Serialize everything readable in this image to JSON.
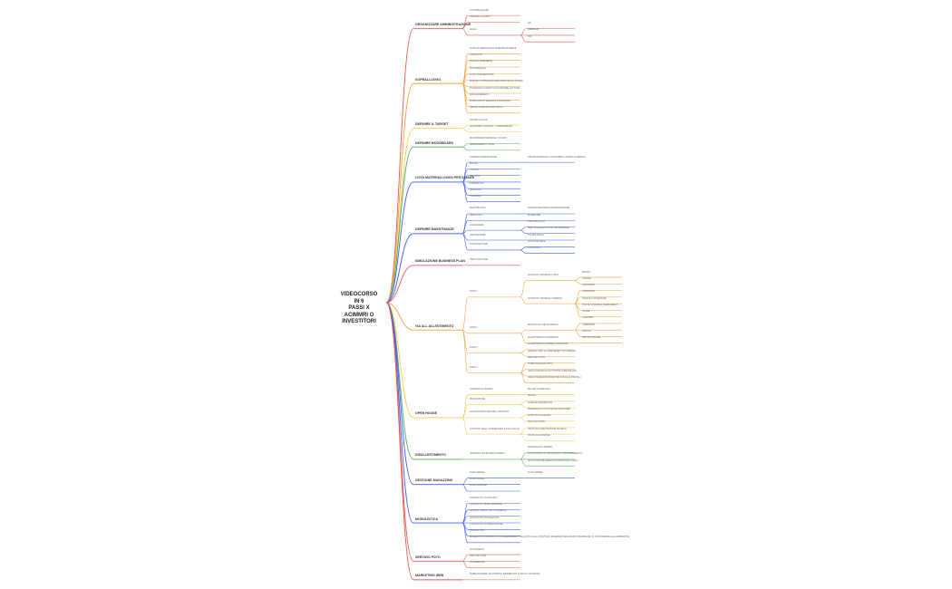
{
  "colors": {
    "red": "#e8574f",
    "orange": "#f0a23a",
    "yellow": "#f2c94c",
    "green": "#4caf50",
    "blue": "#3d5afe",
    "root": "#222222"
  },
  "root": {
    "lines": [
      "VIDEOCORSO IN 6",
      "PASSI X ACIMMRI O",
      "INVESTITORI"
    ]
  },
  "branches": [
    {
      "label": "ORGANIZZARE AMMINISTRAZIONE",
      "color": "red",
      "children": [
        {
          "label": "CONTABILIZZARE",
          "children": []
        },
        {
          "label": "VENDITE ACQUISTI",
          "children": []
        },
        {
          "label": "LEGAL",
          "children": [
            {
              "label": "IVA",
              "children": []
            },
            {
              "label": "ORDINARI",
              "children": []
            },
            {
              "label": "TAX",
              "children": []
            }
          ]
        }
      ]
    },
    {
      "label": "SOPRALLUOGO",
      "color": "orange",
      "children": [
        {
          "label": "FOTO DI CERTIFICATO NORMATIVA PRESE",
          "children": []
        },
        {
          "label": "CAPACITATI",
          "children": []
        },
        {
          "label": "PICCOLI PARAMETRI",
          "children": []
        },
        {
          "label": "DOCUMENTALI",
          "children": []
        },
        {
          "label": "FOTO CONSERVATIVE",
          "children": []
        },
        {
          "label": "MISURE OTTIME DOCUMENTARE DELLE STANZE",
          "children": []
        },
        {
          "label": "POSIZIONE CASSETTA CONTATORE LETTURE",
          "children": []
        },
        {
          "label": "RISCALDAMENTO",
          "children": []
        },
        {
          "label": "FORNITORI DI SERVIZIO E MATERIALI",
          "children": []
        },
        {
          "label": "VERIFICA IMPIANTI ELETTRICI",
          "children": []
        }
      ]
    },
    {
      "label": "DEFINIRE IL TARGET",
      "color": "yellow",
      "children": [
        {
          "label": "STUDIO LOCALE",
          "children": []
        },
        {
          "label": "ACQUIRENTI TARGET - COMPARABLES",
          "children": []
        }
      ]
    },
    {
      "label": "DEFINIRE MOODBOARD",
      "color": "green",
      "children": [
        {
          "label": "MOODBOARD MATERIALI COLORI",
          "children": []
        },
        {
          "label": "ARREDAMENTO STILE",
          "children": []
        }
      ]
    },
    {
      "label": "LISTA MATERIALI DIVISI PER STANZE",
      "color": "blue",
      "children": [
        {
          "label": "CAMERA MATRIMONIALE",
          "children": [
            {
              "label": "STANZA DA BAGNO CON DOPPIO LAVABO E ARREDO",
              "children": []
            }
          ]
        },
        {
          "label": "BAGNO",
          "children": []
        },
        {
          "label": "CUCINA",
          "children": []
        },
        {
          "label": "SALOTTO",
          "children": []
        },
        {
          "label": "CAMERETTE",
          "children": []
        },
        {
          "label": "INGRESSO",
          "children": []
        },
        {
          "label": "TERRAZZO",
          "children": []
        }
      ]
    },
    {
      "label": "DEFINIRE MAESTRANZE",
      "color": "blue",
      "children": [
        {
          "label": "ELETTRICISTA",
          "children": [
            {
              "label": "PORTE FINESTRE E PAVIMENTAZIONE",
              "children": []
            }
          ]
        },
        {
          "label": "IDRAULICO",
          "children": [
            {
              "label": "MURATORE",
              "children": []
            }
          ]
        },
        {
          "label": "FALEGNAME",
          "children": [
            {
              "label": "PIASTRELLISTA",
              "children": []
            },
            {
              "label": "CARTONGESSISTA E ALTRE IMPRESE",
              "children": []
            }
          ]
        },
        {
          "label": "DECORATORE",
          "children": [
            {
              "label": "PULIZIE FINALI",
              "children": []
            }
          ]
        },
        {
          "label": "TINTEGGIATURE",
          "children": [
            {
              "label": "FINITURE VARIE",
              "children": []
            },
            {
              "label": "COLLAUDO",
              "children": []
            }
          ]
        }
      ]
    },
    {
      "label": "SIMULAZIONE BUSINESS PLAN",
      "color": "red",
      "children": [
        {
          "label": "VEDI FILE EXCEL",
          "children": []
        }
      ]
    },
    {
      "label": "VIA ALL ALLESTIMENTO",
      "color": "orange",
      "children": [
        {
          "label": "STEP 1",
          "children": [
            {
              "label": "ACQUISTO MATERIALI LISTA",
              "children": [
                {
                  "label": "BAGNO",
                  "children": []
                },
                {
                  "label": "CUCINA",
                  "children": []
                }
              ]
            },
            {
              "label": "ACQUISTO MATERIALI ARREDO",
              "children": [
                {
                  "label": "LAVANDINO",
                  "children": []
                },
                {
                  "label": "LAMPADARI",
                  "children": []
                },
                {
                  "label": "STAFFE E ACCESSORI",
                  "children": []
                },
                {
                  "label": "PORTE INTERNE E SERRAMENTI",
                  "children": []
                },
                {
                  "label": "TENDE",
                  "children": []
                }
              ]
            }
          ]
        },
        {
          "label": "STEP 2",
          "children": [
            {
              "label": "MONTAGGIO DEI MATERIALI",
              "children": [
                {
                  "label": "LAVANDINI",
                  "children": []
                },
                {
                  "label": "LAMPADARI",
                  "children": []
                },
                {
                  "label": "STAFFE",
                  "children": []
                }
              ]
            },
            {
              "label": "ALLESTIMENTO PAVIMENTO",
              "children": [
                {
                  "label": "PORTE INTERNE",
                  "children": []
                }
              ]
            }
          ]
        },
        {
          "label": "STEP 3",
          "children": [
            {
              "label": "ALLESTIMENTO ARREDO COMPLETO",
              "children": []
            },
            {
              "label": "ARREDO VARI E COMPLEMENTI DI ARREDO",
              "children": []
            }
          ]
        },
        {
          "label": "STEP 4",
          "children": [
            {
              "label": "SERVIZIO FOTO",
              "children": []
            },
            {
              "label": "PUBBLICAZIONE FOTO",
              "children": []
            },
            {
              "label": "VIDEO ANNUNCIO SUI PORTALI IMMOBILIARI",
              "children": []
            },
            {
              "label": "VIDEO PRESENTAZIONE PER SOCIAL E PORTALI",
              "children": []
            }
          ]
        }
      ]
    },
    {
      "label": "OPEN HOUSE",
      "color": "yellow",
      "children": [
        {
          "label": "GIORNATA E ORARIO",
          "children": [
            {
              "label": "BIGLIETTI OMAGGIO",
              "children": []
            }
          ]
        },
        {
          "label": "PROMOZIONE",
          "children": [
            {
              "label": "SOCIAL",
              "children": []
            },
            {
              "label": "AGENZIE IMMOBILIARI",
              "children": []
            }
          ]
        },
        {
          "label": "ACCOGLIENZA SERVIZIO CATERING",
          "children": [
            {
              "label": "PRESENZA DI UN INTERIOR DESIGNER",
              "children": []
            },
            {
              "label": "SUPPORTO AGENZIA",
              "children": []
            }
          ]
        },
        {
          "label": "CONTATTI DEGLI INTERESSATI E FOLLOW UP",
          "children": [
            {
              "label": "RACCOLTA DATI",
              "children": []
            },
            {
              "label": "INVIO DOCUMENTAZIONE TECNICA",
              "children": []
            },
            {
              "label": "VISITE SUCCESSIVE",
              "children": []
            }
          ]
        }
      ]
    },
    {
      "label": "DISALLESTIMENTO",
      "color": "green",
      "children": [
        {
          "label": "RICHIESTA INVENTARIO ARREDI",
          "children": [
            {
              "label": "SMONTAGGIO ARREDI",
              "children": []
            },
            {
              "label": "STOCCAGGIO IN MAGAZZINO O TRASFERIMENTO",
              "children": []
            },
            {
              "label": "SOSTITUZIONE ARREDI E RIPRISTINO LOCALI",
              "children": []
            }
          ]
        }
      ]
    },
    {
      "label": "GESTIONE MAGAZZINO",
      "color": "blue",
      "children": [
        {
          "label": "LISTA ARREDI",
          "children": [
            {
              "label": "FOTO ARREDI",
              "children": []
            }
          ]
        },
        {
          "label": "LISTA CASSE",
          "children": []
        },
        {
          "label": "LISTA SCATOLE",
          "children": []
        }
      ]
    },
    {
      "label": "MODULISTICA",
      "color": "blue",
      "children": [
        {
          "label": "CONTRATTO DI STAGING",
          "children": []
        },
        {
          "label": "CONTRATTO MANUTENZIONE",
          "children": []
        },
        {
          "label": "SCHEDA CHECK LIST CONSEGNA",
          "children": []
        },
        {
          "label": "CONTRATTO DI NOLEGGIO",
          "children": []
        },
        {
          "label": "CONTRATTO DI PRESTAZIONE",
          "children": []
        },
        {
          "label": "PREVENTIVO",
          "children": []
        },
        {
          "label": "MODELLO DI CONTRATTO DI ARREDAMENTO RELATIVO ALLA FORNITURA DI ARREDI PER EVENTI IMMOBILIARI IN CONFORMITA ALLA NORMATIVA",
          "children": []
        }
      ]
    },
    {
      "label": "SERVIZIO FOTO",
      "color": "red",
      "children": [
        {
          "label": "FOTOGRAFO",
          "children": []
        },
        {
          "label": "VIRTUAL TOUR",
          "children": []
        },
        {
          "label": "PLANIMETRIE",
          "children": []
        }
      ]
    },
    {
      "label": "MARKETING WEB",
      "color": "red",
      "children": [
        {
          "label": "PUBBLICAZIONE SUI PORTALI IMMOBILIARI E SOCIAL NETWORK",
          "children": []
        }
      ]
    }
  ]
}
